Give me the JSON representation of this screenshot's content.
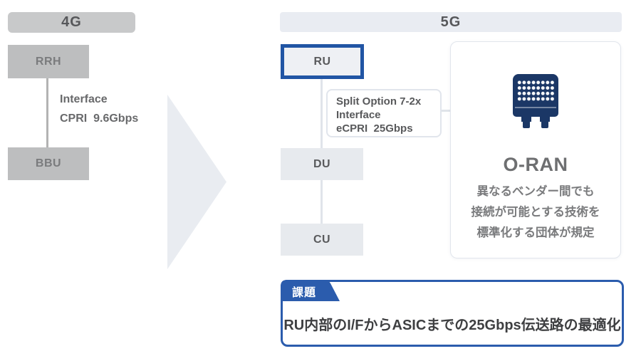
{
  "colors": {
    "accent-blue": "#2155a4",
    "issue-blue": "#2b5cad",
    "icon-navy": "#1b3766",
    "gray-header": "#c8c9ca",
    "gray-fill": "#bdbebf",
    "gray-line": "#b3b3b3",
    "arrow-fill": "#e9ecf1",
    "g5-header-fill": "#e9ecf2",
    "node-fill": "#e7eaee",
    "ru-fill": "#eef0f4",
    "light-line": "#e0e4ea",
    "card-border": "#e1e5ec",
    "text-header": "#56575a",
    "text-on-gray": "#7a7b7d",
    "text-mid": "#68696b",
    "text-mid2": "#58595b",
    "text-node": "#595a5c",
    "text-oran": "#6e6f71",
    "text-gray": "#7a7b7d",
    "text-dark": "#3e3f41"
  },
  "g4": {
    "header": "4G",
    "top_node": "RRH",
    "bottom_node": "BBU",
    "link": {
      "line1": "Interface",
      "line2": "CPRI  9.6Gbps"
    }
  },
  "g5": {
    "header": "5G",
    "nodes": {
      "ru": "RU",
      "du": "DU",
      "cu": "CU"
    },
    "split_note": {
      "line1": "Split Option 7-2x",
      "line2": "Interface",
      "line3": "eCPRI  25Gbps"
    },
    "oran": {
      "title": "O-RAN",
      "desc1": "異なるベンダー間でも",
      "desc2": "接続が可能とする技術を",
      "desc3": "標準化する団体が規定",
      "icon": "radio-unit-icon"
    }
  },
  "issue": {
    "tag": "課題",
    "text": "RU内部のI/FからASICまでの25Gbps伝送路の最適化"
  }
}
